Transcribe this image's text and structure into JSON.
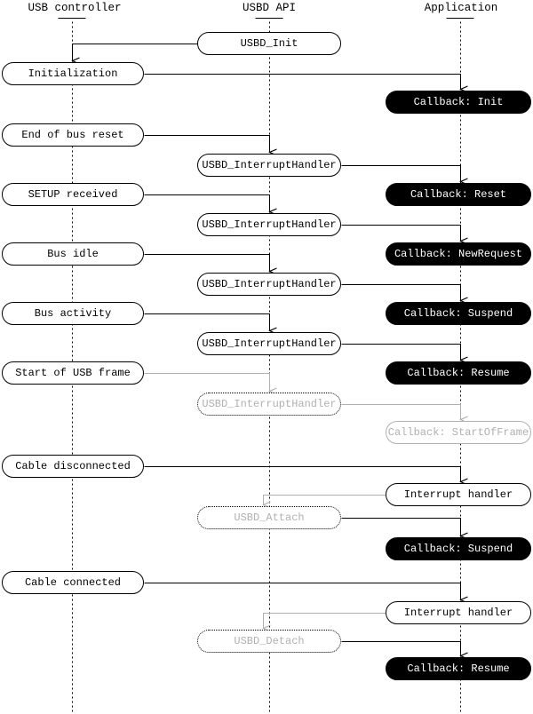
{
  "columns": [
    {
      "label": "USB controller"
    },
    {
      "label": "USBD API"
    },
    {
      "label": "Application"
    }
  ],
  "nodes": {
    "left": [
      {
        "label": "Initialization"
      },
      {
        "label": "End of bus reset"
      },
      {
        "label": "SETUP received"
      },
      {
        "label": "Bus idle"
      },
      {
        "label": "Bus activity"
      },
      {
        "label": "Start of USB frame"
      },
      {
        "label": "Cable disconnected"
      },
      {
        "label": "Cable connected"
      }
    ],
    "api": [
      {
        "label": "USBD_Init",
        "variant": "plain"
      },
      {
        "label": "USBD_InterruptHandler",
        "variant": "plain"
      },
      {
        "label": "USBD_InterruptHandler",
        "variant": "plain"
      },
      {
        "label": "USBD_InterruptHandler",
        "variant": "plain"
      },
      {
        "label": "USBD_InterruptHandler",
        "variant": "plain"
      },
      {
        "label": "USBD_InterruptHandler",
        "variant": "ghost-dotted"
      },
      {
        "label": "USBD_Attach",
        "variant": "ghost-dotted"
      },
      {
        "label": "USBD_Detach",
        "variant": "ghost-dotted"
      }
    ],
    "app": [
      {
        "label": "Callback: Init",
        "variant": "callback"
      },
      {
        "label": "Callback: Reset",
        "variant": "callback"
      },
      {
        "label": "Callback: NewRequest",
        "variant": "callback"
      },
      {
        "label": "Callback: Suspend",
        "variant": "callback"
      },
      {
        "label": "Callback: Resume",
        "variant": "callback"
      },
      {
        "label": "Callback: StartOfFrame",
        "variant": "ghost-outline"
      },
      {
        "label": "Interrupt handler",
        "variant": "plain"
      },
      {
        "label": "Callback: Suspend",
        "variant": "callback"
      },
      {
        "label": "Interrupt handler",
        "variant": "plain"
      },
      {
        "label": "Callback: Resume",
        "variant": "callback"
      }
    ]
  },
  "colors": {
    "line": "#000000",
    "ghost": "#b0b0b0",
    "callback_bg": "#000000",
    "callback_text": "#ffffff",
    "background": "#ffffff"
  }
}
